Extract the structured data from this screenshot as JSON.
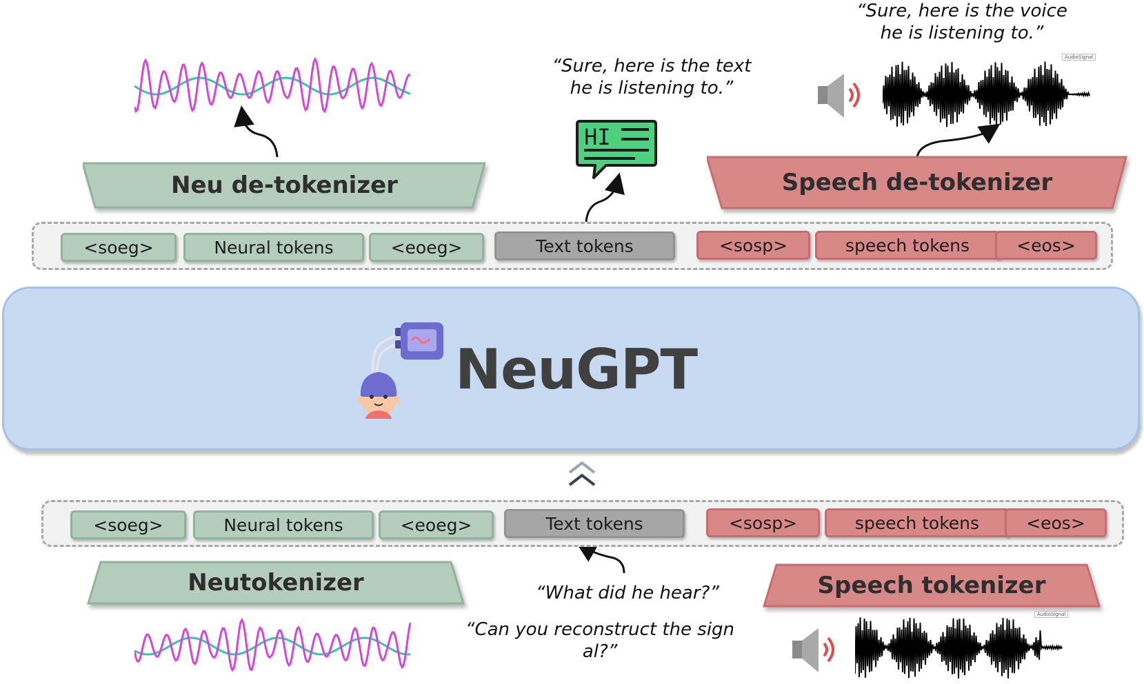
{
  "quotes": {
    "voice_out": "“Sure, here is the voice\nhe is listening to.”",
    "text_out": "“Sure, here is the text\nhe is listening to.”",
    "hear": "“What did he hear?”",
    "reconstruct": "“Can you reconstruct the sign\nal?”"
  },
  "modules": {
    "neu_detokenizer": "Neu de-tokenizer",
    "speech_detokenizer": "Speech de-tokenizer",
    "neutokenizer": "Neutokenizer",
    "speech_tokenizer": "Speech tokenizer"
  },
  "output_tokens": {
    "soeg": "<soeg>",
    "neural": "Neural tokens",
    "eoeg": "<eoeg>",
    "text": "Text tokens",
    "sosp": "<sosp>",
    "speech": "speech tokens",
    "eos": "<eos>"
  },
  "input_tokens": {
    "soeg": "<soeg>",
    "neural": "Neural tokens",
    "eoeg": "<eoeg>",
    "text": "Text tokens",
    "sosp": "<sosp>",
    "speech": "speech tokens",
    "eos": "<eos>"
  },
  "model": {
    "title": "NeuGPT"
  },
  "chat_icon_text": "HI",
  "audio_legend": "AudioSignal",
  "icons": [
    "neural-wave-icon",
    "speaker-icon",
    "audio-waveform-icon",
    "chat-bubble-icon",
    "eeg-user-icon",
    "double-chevron-up-icon"
  ],
  "colors": {
    "green": "#b5cdbd",
    "red": "#d98888",
    "gray": "#a6a6a6",
    "model_blue": "#c7daf1",
    "wave_magenta": "#d346d9",
    "wave_teal": "#3cbfae"
  }
}
